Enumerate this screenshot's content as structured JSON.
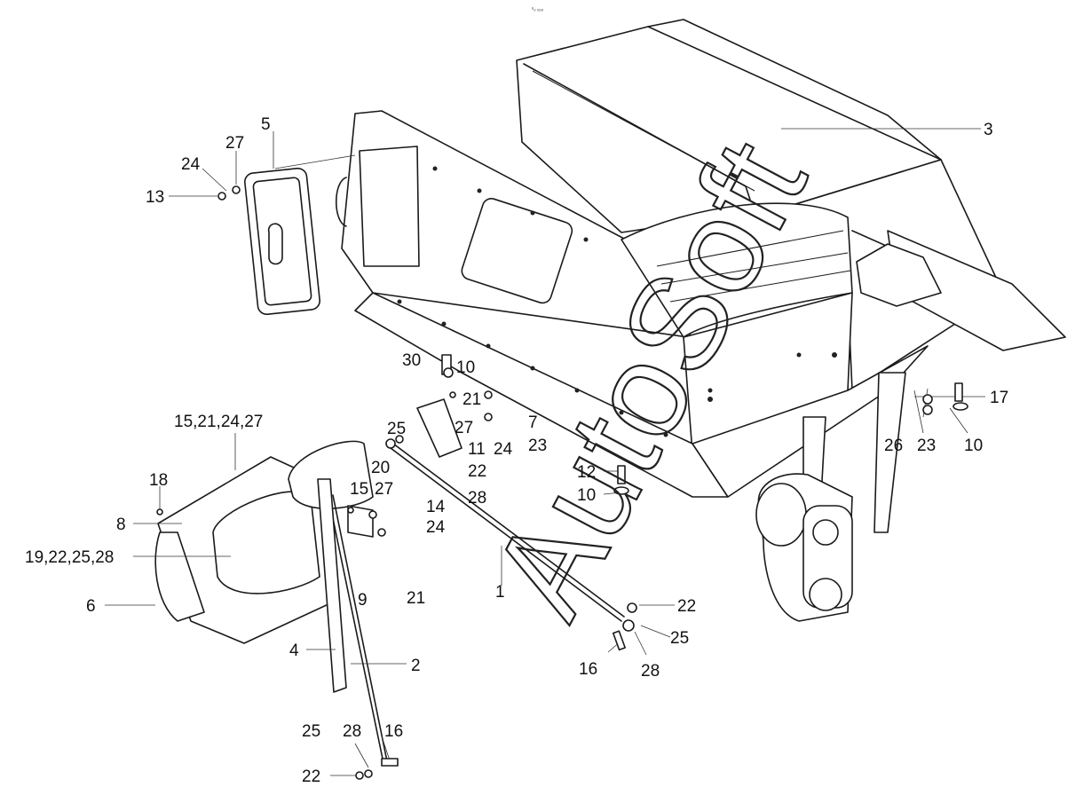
{
  "header": {
    "caption": "ᵉₒ ₒₒₒ"
  },
  "watermark": {
    "text": "AutoSoft"
  },
  "callouts": {
    "c1": "1",
    "c2": "2",
    "c3": "3",
    "c4": "4",
    "c5": "5",
    "c6": "6",
    "c7": "7",
    "c8": "8",
    "c9": "9",
    "c10a": "10",
    "c10b": "10",
    "c10c": "10",
    "c11": "11",
    "c12": "12",
    "c13": "13",
    "c14": "14",
    "c15": "15",
    "c15list": "15,21,24,27",
    "c16a": "16",
    "c16b": "16",
    "c17": "17",
    "c18": "18",
    "c19list": "19,22,25,28",
    "c20": "20",
    "c21a": "21",
    "c21b": "21",
    "c22a": "22",
    "c22b": "22",
    "c22c": "22",
    "c23a": "23",
    "c23b": "23",
    "c24a": "24",
    "c24b": "24",
    "c24c": "24",
    "c25a": "25",
    "c25b": "25",
    "c25c": "25",
    "c26": "26",
    "c27a": "27",
    "c27b": "27",
    "c27c": "27",
    "c28a": "28",
    "c28b": "28",
    "c28c": "28",
    "c30": "30"
  }
}
